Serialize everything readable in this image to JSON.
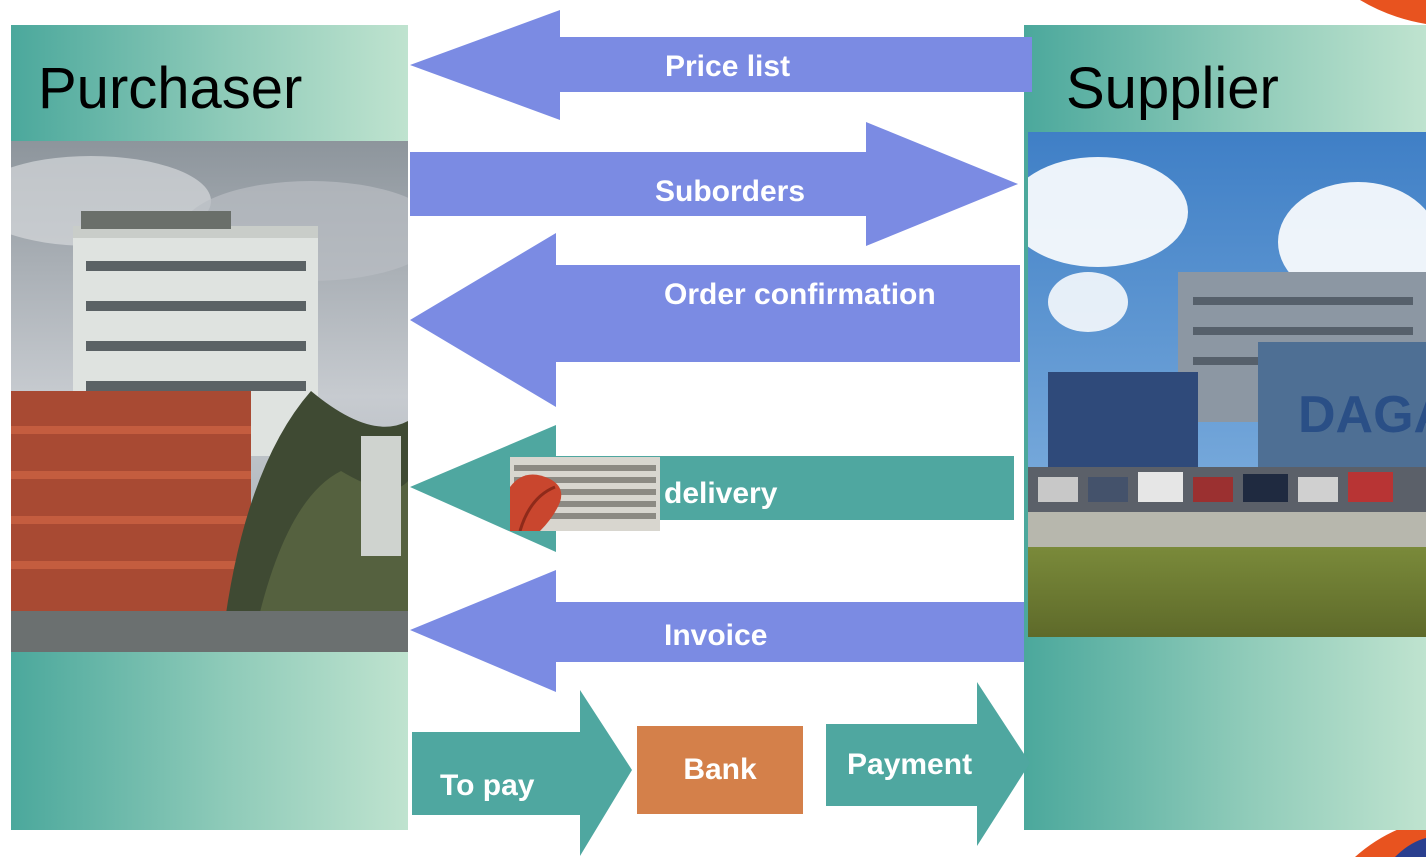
{
  "diagram": {
    "purchaser": {
      "title": "Purchaser",
      "photo": "office-buildings-photo"
    },
    "supplier": {
      "title": "Supplier",
      "photo": "warehouse-parking-photo"
    },
    "flows": [
      {
        "label": "Price list",
        "direction": "to-purchaser",
        "color": "#7b8be3"
      },
      {
        "label": "Suborders",
        "direction": "to-supplier",
        "color": "#7b8be3"
      },
      {
        "label": "Order confirmation",
        "direction": "to-purchaser",
        "color": "#7b8be3"
      },
      {
        "label": "delivery",
        "direction": "to-purchaser",
        "color": "#4fa7a0",
        "icon": "keyboard-hand-icon"
      },
      {
        "label": "Invoice",
        "direction": "to-purchaser",
        "color": "#7b8be3"
      }
    ],
    "payment_flow": {
      "to_pay": "To pay",
      "bank": "Bank",
      "payment": "Payment",
      "arrow_color": "#4fa7a0",
      "bank_color": "#d4804a"
    },
    "panel_color": "#8fcbb9",
    "accent_corner_color": "#e8531f"
  }
}
